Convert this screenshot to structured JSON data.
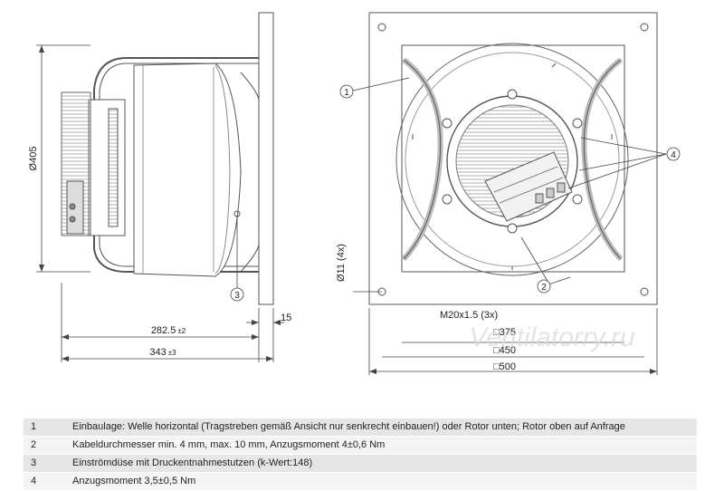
{
  "dimensions": {
    "diameter": "Ø405",
    "depth_inner": "282.5",
    "depth_inner_tol": "±2",
    "depth_total": "343",
    "depth_total_tol": "±3",
    "flange_thickness": "15",
    "hole": "Ø11 (4x)",
    "gland": "M20x1.5 (3x)",
    "square_375": "□375",
    "square_450": "□450",
    "square_500": "□500"
  },
  "callouts": {
    "c1": "1",
    "c2": "2",
    "c3": "3",
    "c4": "4"
  },
  "watermark": "Ventilatorry.ru",
  "notes": [
    {
      "num": "1",
      "text": "Einbaulage: Welle horizontal (Tragstreben gemäß Ansicht nur senkrecht einbauen!) oder Rotor unten; Rotor oben auf Anfrage"
    },
    {
      "num": "2",
      "text": "Kabeldurchmesser min. 4 mm, max. 10 mm, Anzugsmoment 4±0,6 Nm"
    },
    {
      "num": "3",
      "text": "Einströmdüse mit Druckentnahmestutzen (k-Wert:148)"
    },
    {
      "num": "4",
      "text": "Anzugsmoment 3,5±0,5 Nm"
    }
  ]
}
